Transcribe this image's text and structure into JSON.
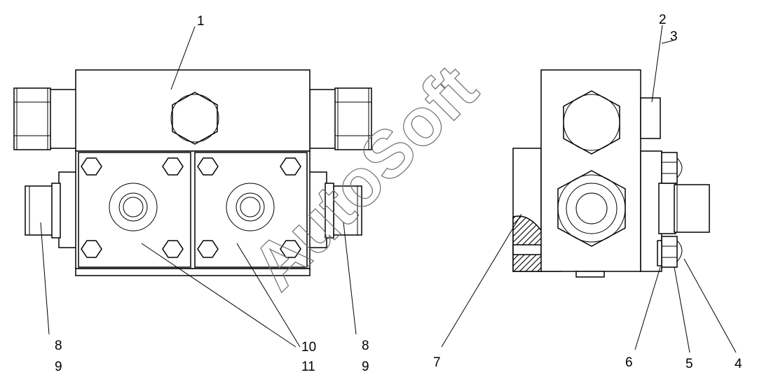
{
  "watermark": "AutoSoft",
  "callouts": {
    "c1": "1",
    "c2": "2",
    "c3": "3",
    "c4": "4",
    "c5": "5",
    "c6": "6",
    "c7": "7",
    "c8_left": "8",
    "c9_left": "9",
    "c8_right": "8",
    "c9_right": "9",
    "c10": "10",
    "c11": "11"
  }
}
